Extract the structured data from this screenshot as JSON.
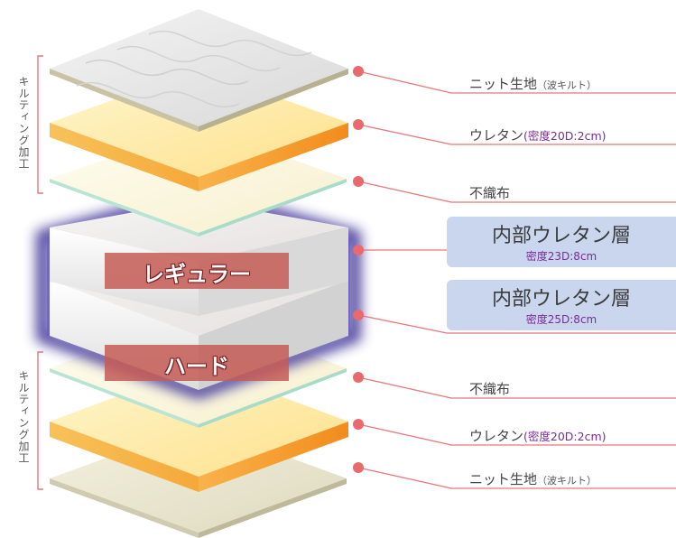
{
  "side_labels": {
    "top": "キルティング加工",
    "bottom": "キルティング加工"
  },
  "layers": {
    "l1": {
      "main": "ニット生地",
      "sub": "（波キルト）"
    },
    "l2": {
      "main": "ウレタン",
      "sub": "(密度20D:2cm)"
    },
    "l3": {
      "main": "不織布"
    },
    "core1": {
      "title": "内部ウレタン層",
      "sub": "密度23D:8cm"
    },
    "core2": {
      "title": "内部ウレタン層",
      "sub": "密度25D:8cm"
    },
    "l6": {
      "main": "不織布"
    },
    "l7": {
      "main": "ウレタン",
      "sub": "(密度20D:2cm)"
    },
    "l8": {
      "main": "ニット生地",
      "sub": "（波キルト）"
    }
  },
  "bands": {
    "regular": "レギュラー",
    "hard": "ハード"
  },
  "colors": {
    "leader_line": "#e8767a",
    "dot": "#e86a6f",
    "bracket": "#e8767a",
    "label_box": "#c9d6ee",
    "glow": "#4b3f9e",
    "band": "#c65c56",
    "foam_yellow": "#fde9a6",
    "foam_orange": "#f59a2a"
  }
}
